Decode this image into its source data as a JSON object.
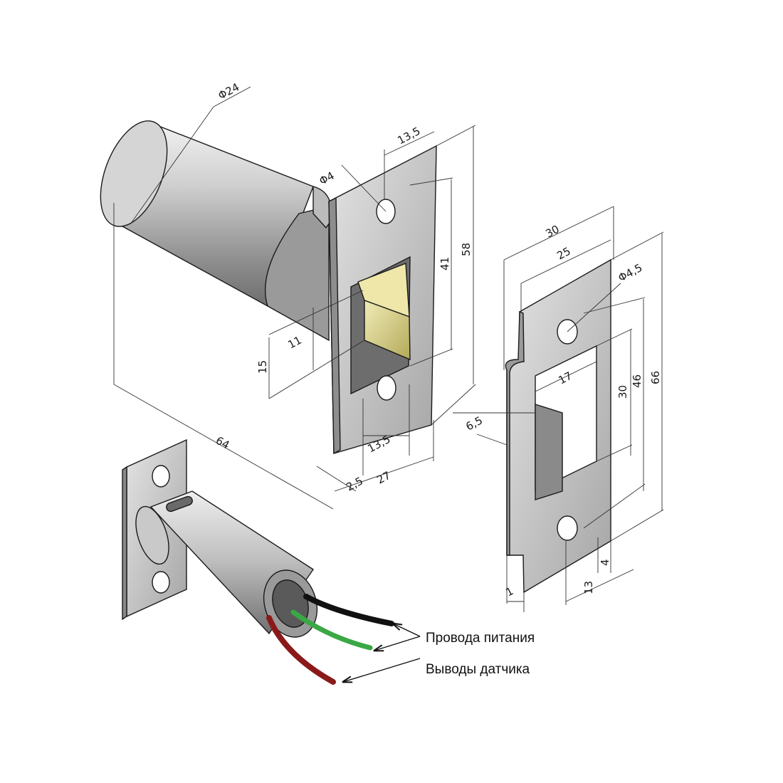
{
  "dimensions": {
    "bolt_diameter": "Φ24",
    "hole_diameter_plate": "Φ4",
    "plate_top_offset": "13,5",
    "plate_height_58": "58",
    "window_height_41": "41",
    "bolt_offset_11": "11",
    "bolt_height_15": "15",
    "total_length_64": "64",
    "plate_bottom_13_5": "13,5",
    "plate_width_27": "27",
    "plate_thickness_2_5": "2,5",
    "strike_width_30": "30",
    "strike_width_25": "25",
    "strike_hole_diameter": "Φ4,5",
    "strike_opening_17": "17",
    "strike_opening_30": "30",
    "strike_height_46": "46",
    "strike_height_66": "66",
    "strike_lip_6_5": "6,5",
    "strike_offset_4": "4",
    "strike_offset_13": "13",
    "strike_thickness_1": "1"
  },
  "callouts": {
    "power_wires": "Провода питания",
    "sensor_leads": "Выводы датчика"
  },
  "colors": {
    "metal_light": "#d9d9d9",
    "metal_dark": "#8c8c8c",
    "brass": "#d8cf86",
    "wire_black": "#111111",
    "wire_green": "#3aa845",
    "wire_red": "#8a1a1a"
  }
}
